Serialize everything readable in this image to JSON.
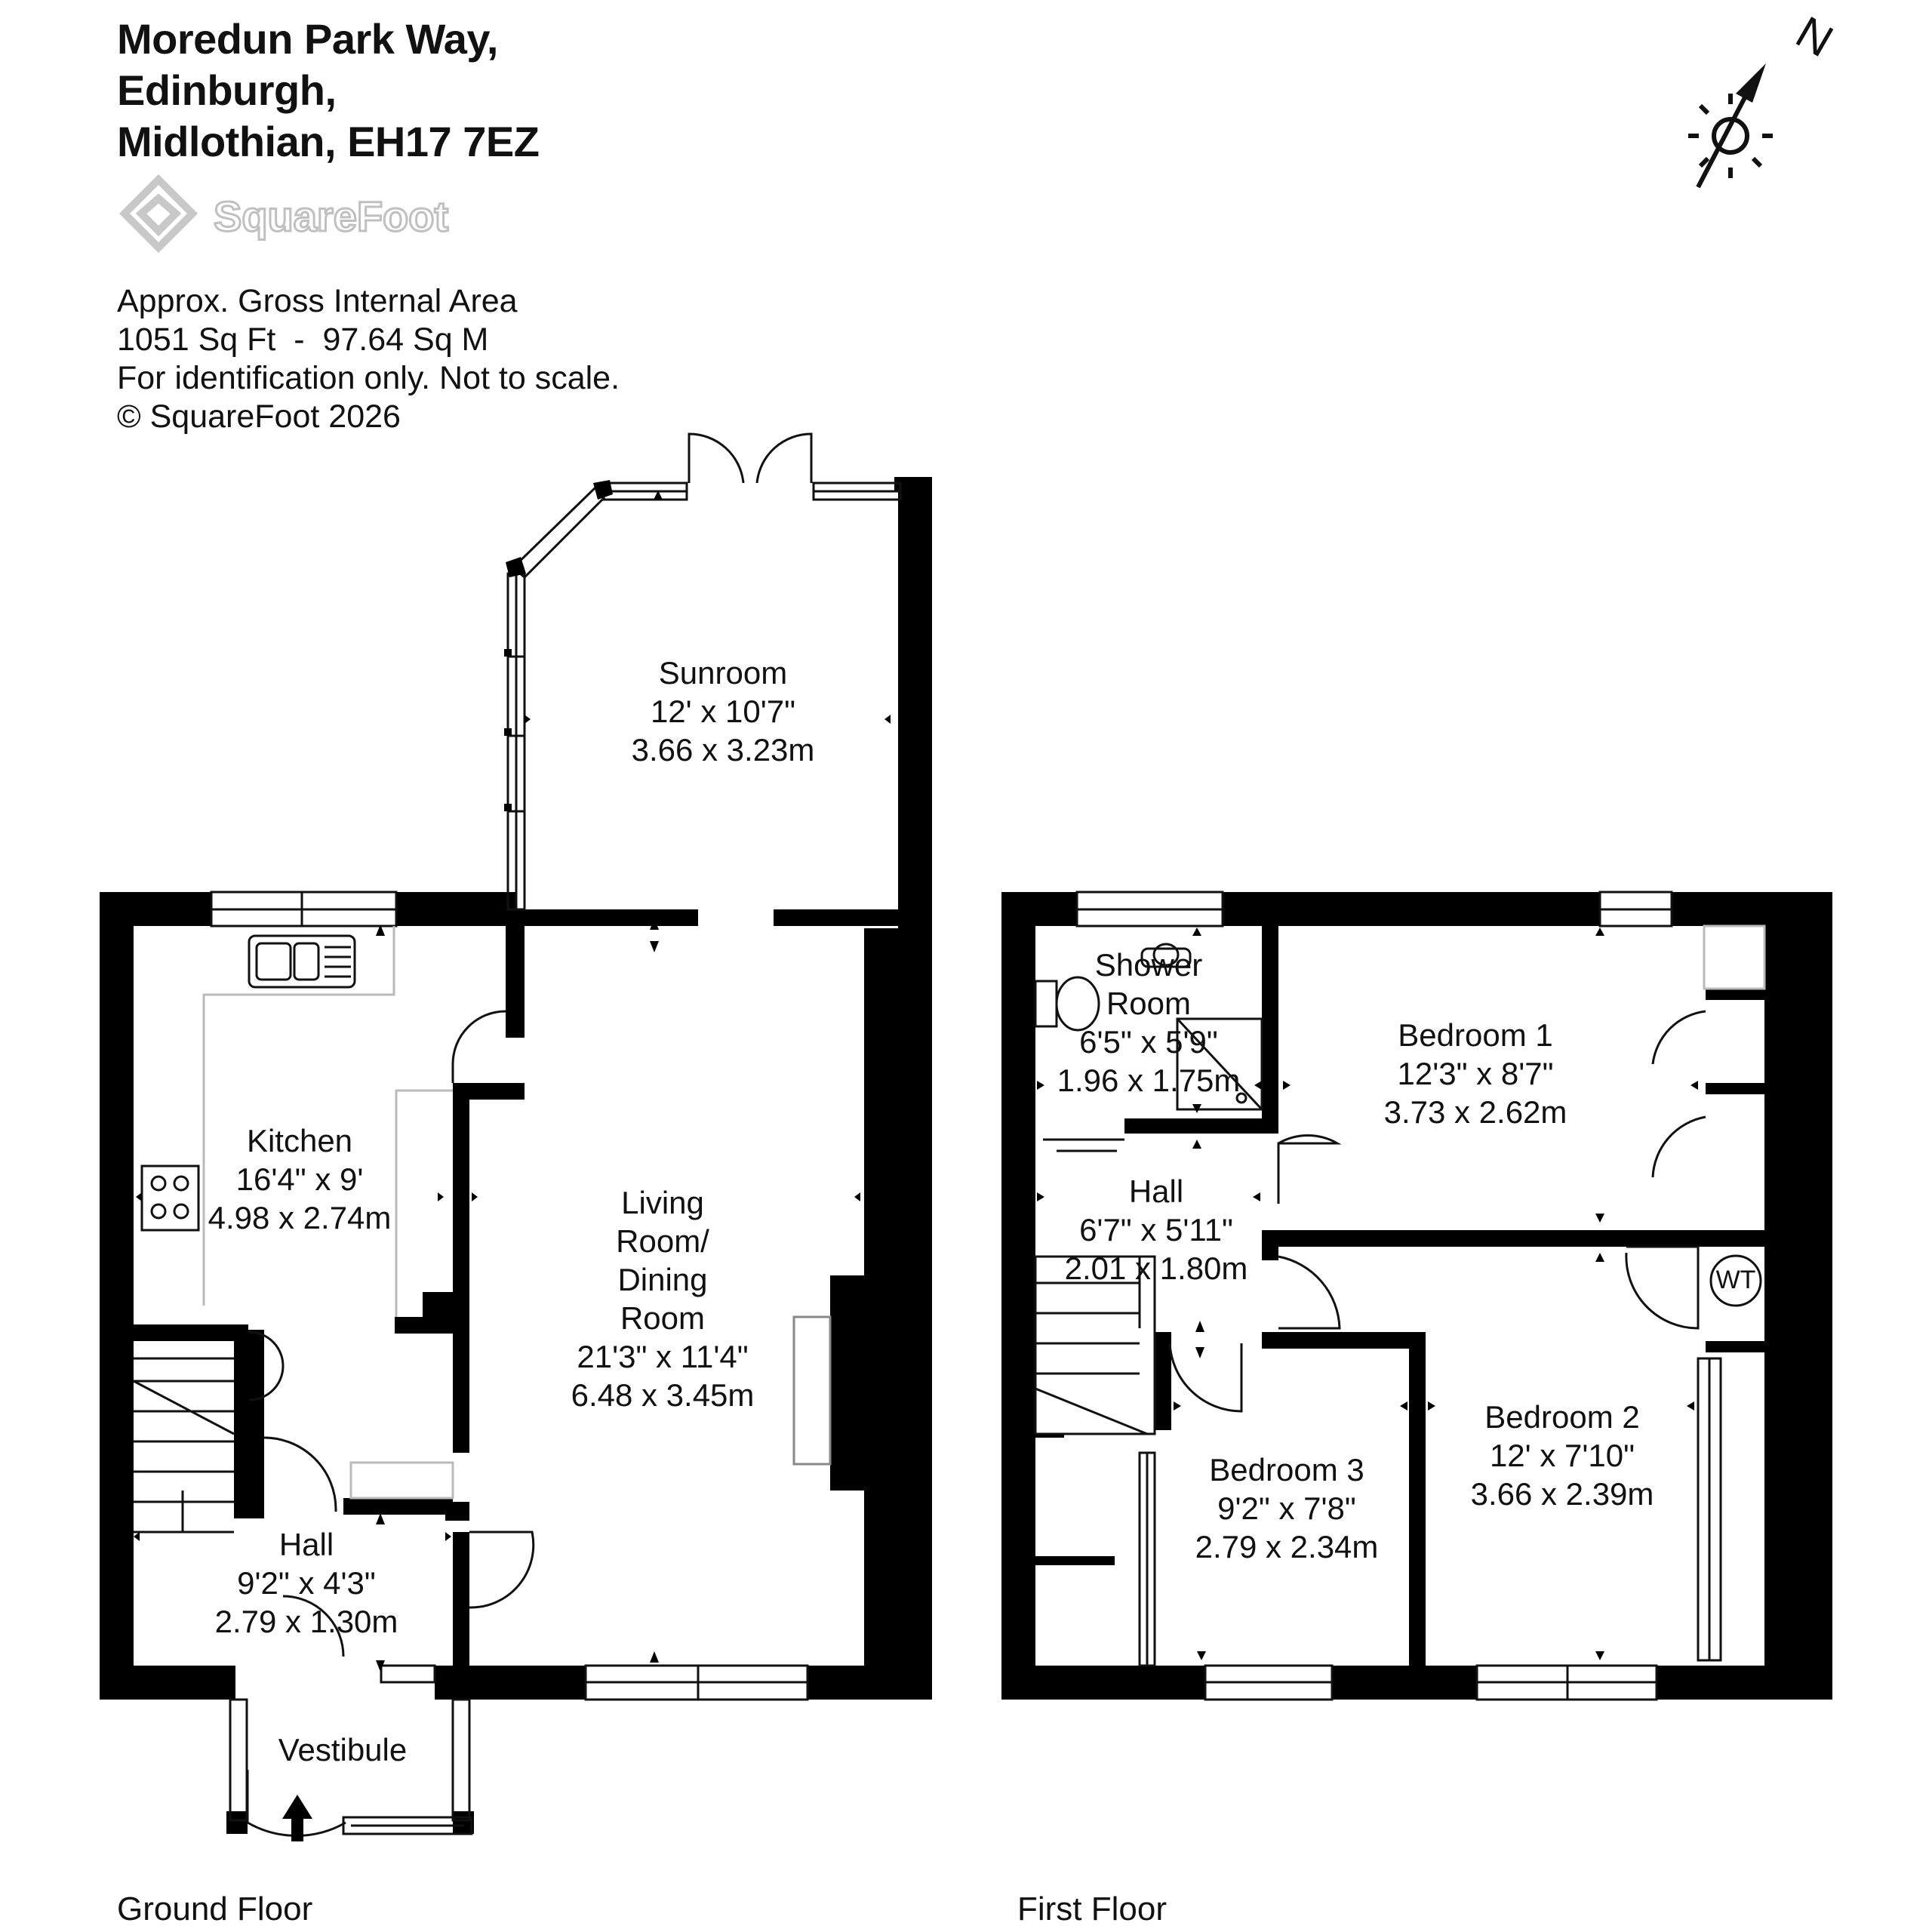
{
  "address": {
    "line1": "Moredun Park Way,",
    "line2": "Edinburgh,",
    "line3": "Midlothian, EH17 7EZ"
  },
  "brand": "SquareFoot",
  "area": {
    "line1": "Approx. Gross Internal Area",
    "line2": "1051 Sq Ft  -  97.64 Sq M",
    "line3": "For identification only. Not to scale.",
    "line4": "© SquareFoot 2026"
  },
  "compass": {
    "north": "N"
  },
  "floors": {
    "ground": {
      "label": "Ground Floor",
      "rooms": {
        "sunroom": {
          "name": "Sunroom",
          "imperial": "12' x 10'7\"",
          "metric": "3.66 x 3.23m"
        },
        "kitchen": {
          "name": "Kitchen",
          "imperial": "16'4\" x 9'",
          "metric": "4.98 x 2.74m"
        },
        "living": {
          "name1": "Living",
          "name2": "Room/",
          "name3": "Dining",
          "name4": "Room",
          "imperial": "21'3\" x 11'4\"",
          "metric": "6.48 x 3.45m"
        },
        "hall": {
          "name": "Hall",
          "imperial": "9'2\" x 4'3\"",
          "metric": "2.79 x 1.30m"
        },
        "vestibule": {
          "name": "Vestibule"
        }
      }
    },
    "first": {
      "label": "First Floor",
      "rooms": {
        "shower": {
          "name1": "Shower",
          "name2": "Room",
          "imperial": "6'5\" x 5'9\"",
          "metric": "1.96 x 1.75m"
        },
        "bedroom1": {
          "name": "Bedroom 1",
          "imperial": "12'3\" x 8'7\"",
          "metric": "3.73 x 2.62m"
        },
        "hall": {
          "name": "Hall",
          "imperial": "6'7\" x 5'11\"",
          "metric": "2.01 x 1.80m"
        },
        "bedroom2": {
          "name": "Bedroom 2",
          "imperial": "12' x 7'10\"",
          "metric": "3.66 x 2.39m"
        },
        "bedroom3": {
          "name": "Bedroom 3",
          "imperial": "9'2\" x 7'8\"",
          "metric": "2.79 x 2.34m"
        },
        "wt": "WT"
      }
    }
  }
}
